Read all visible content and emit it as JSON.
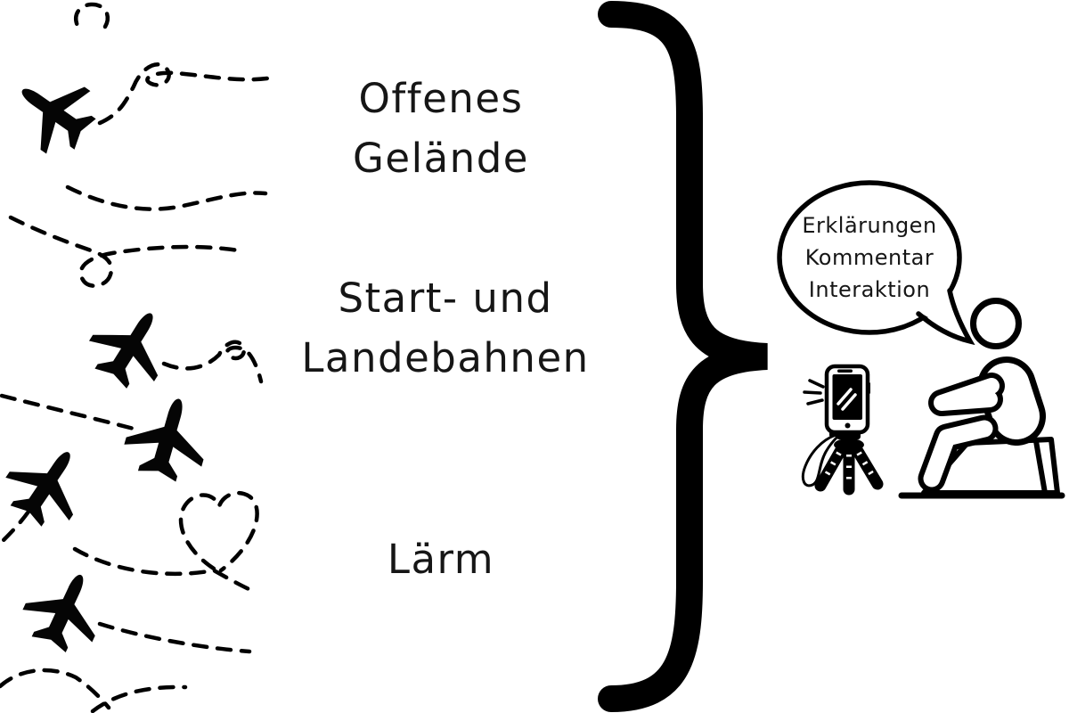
{
  "scene": {
    "background_color": "#ffffff",
    "ink_color": "#000000",
    "center_symbol": "}"
  },
  "topics": [
    {
      "lines": [
        "Offenes",
        "Gelände"
      ]
    },
    {
      "lines": [
        "Start- und",
        "Landebahnen"
      ]
    },
    {
      "lines": [
        "Lärm"
      ]
    }
  ],
  "speech_bubble": {
    "lines": [
      "Erklärungen",
      "Kommentar",
      "Interaktion"
    ]
  },
  "icons": {
    "left_illustration": "airplanes-with-dashed-flight-paths",
    "center": "curly-brace",
    "right_illustration": [
      "speech-bubble",
      "smartphone-on-tripod",
      "person-sitting-on-stool",
      "ground-line"
    ]
  }
}
